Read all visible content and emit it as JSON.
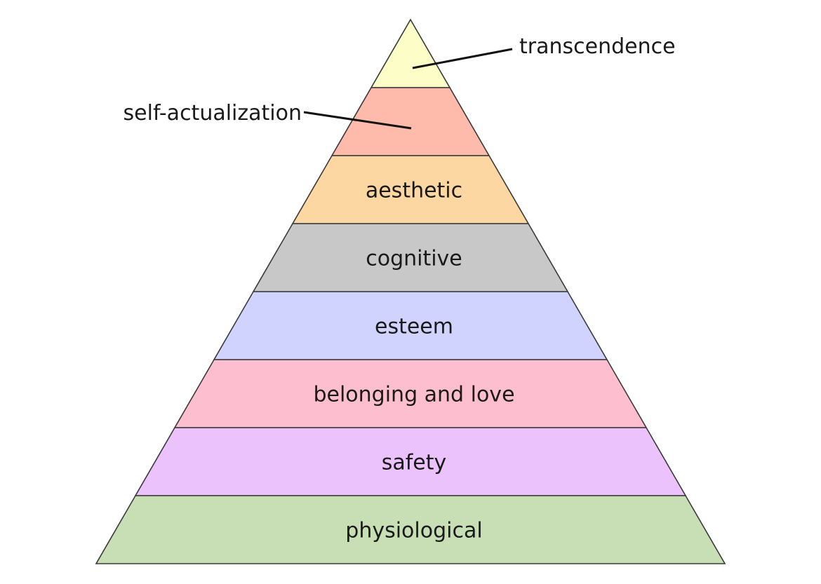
{
  "pyramid": {
    "tiers": [
      {
        "label": "transcendence",
        "color": "#FDFDC8",
        "label_mode": "callout"
      },
      {
        "label": "self-actualization",
        "color": "#FEBAAA",
        "label_mode": "callout"
      },
      {
        "label": "aesthetic",
        "color": "#FDD7A2",
        "label_mode": "inside"
      },
      {
        "label": "cognitive",
        "color": "#C8C8C8",
        "label_mode": "inside"
      },
      {
        "label": "esteem",
        "color": "#D0D3FD",
        "label_mode": "inside"
      },
      {
        "label": "belonging and love",
        "color": "#FDBFCF",
        "label_mode": "inside"
      },
      {
        "label": "safety",
        "color": "#EBC2FC",
        "label_mode": "inside"
      },
      {
        "label": "physiological",
        "color": "#C8DFB5",
        "label_mode": "inside"
      }
    ]
  }
}
